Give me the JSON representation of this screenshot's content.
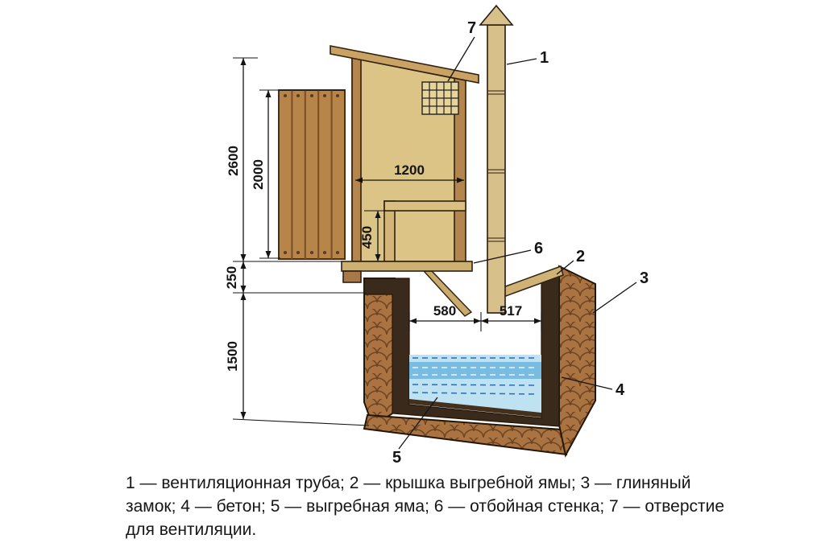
{
  "dimensions": {
    "total_height": "2600",
    "door_height": "2000",
    "inner_width": "1200",
    "seat_height": "450",
    "ground_gap": "250",
    "pit_depth": "1500",
    "pit_width_left": "580",
    "pit_width_right": "517"
  },
  "callouts": {
    "n1": "1",
    "n2": "2",
    "n3": "3",
    "n4": "4",
    "n5": "5",
    "n6": "6",
    "n7": "7"
  },
  "caption": {
    "lines": [
      "1 — вентиляционная труба; 2 — крышка выгребной ямы; 3 — глиняный",
      "замок; 4 — бетон; 5 — выгребная яма; 6 — отбойная стенка; 7 — отверстие",
      "для вентиляции."
    ]
  },
  "colors": {
    "wall": "#dcc386",
    "roof": "#c9a264",
    "wood_stud": "#b3854f",
    "door": "#b78449",
    "door_seam": "#7a4e24",
    "clay": "#aa7342",
    "clay_line": "#6f441f",
    "concrete": "#3a2a1b",
    "water_light": "#bfe2f2",
    "water_dark": "#79bce2",
    "water_dash": "#2e6cb0",
    "sludge": "#43301d"
  }
}
